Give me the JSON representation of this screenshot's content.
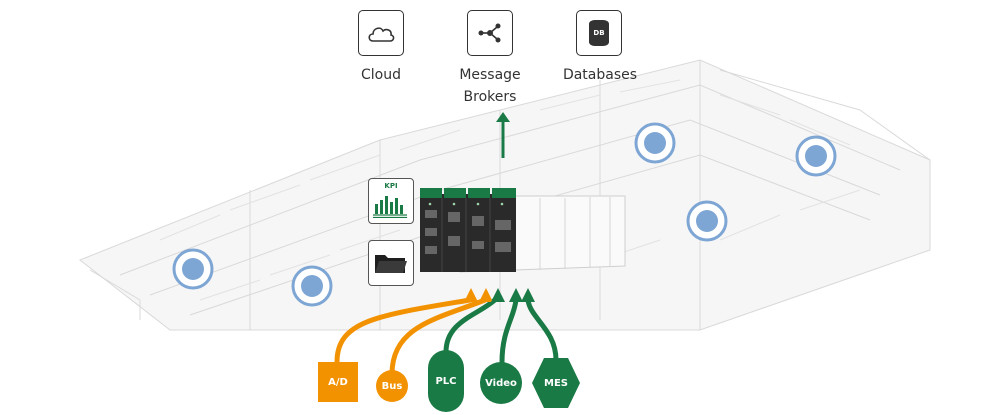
{
  "destinations": [
    {
      "label": "Cloud",
      "icon": "cloud-icon"
    },
    {
      "label": "Message Brokers",
      "icon": "network-icon"
    },
    {
      "label": "Databases",
      "icon": "database-icon",
      "badge": "DB"
    }
  ],
  "kpi": {
    "label": "KPI",
    "icon": "kpi-bar-chart-icon"
  },
  "folder": {
    "icon": "folder-icon"
  },
  "sources": [
    {
      "label": "A/D",
      "shape": "square",
      "color": "#f39200"
    },
    {
      "label": "Bus",
      "shape": "circle",
      "color": "#f39200"
    },
    {
      "label": "PLC",
      "shape": "pill",
      "color": "#1a7a45"
    },
    {
      "label": "Video",
      "shape": "circle",
      "color": "#1a7a45"
    },
    {
      "label": "MES",
      "shape": "hexagon",
      "color": "#1a7a45"
    }
  ],
  "colors": {
    "orange": "#f39200",
    "green": "#1a7a45",
    "sensor": "#7ea6d4"
  }
}
